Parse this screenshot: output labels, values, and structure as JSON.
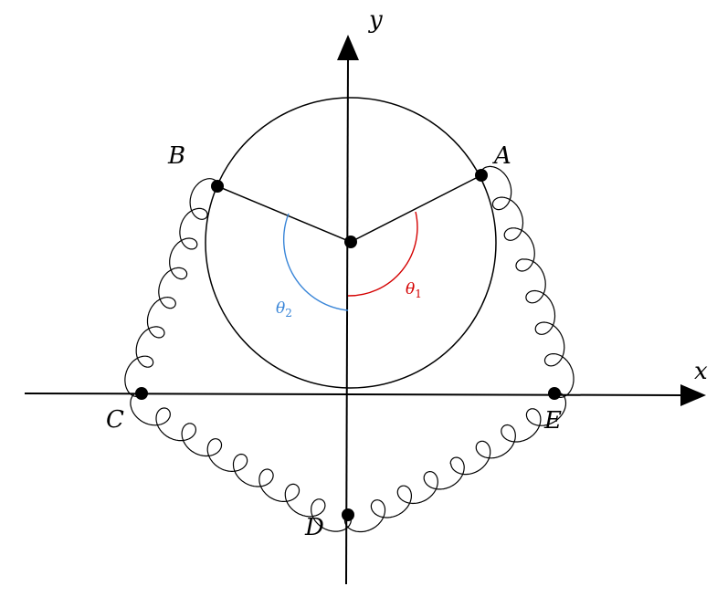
{
  "labels": {
    "y_axis": "y",
    "x_axis": "x",
    "point_a": "A",
    "point_b": "B",
    "point_c": "C",
    "point_d": "D",
    "point_e": "E",
    "theta1_base": "θ",
    "theta1_sub": "1",
    "theta2_base": "θ",
    "theta2_sub": "2"
  },
  "colors": {
    "theta1": "#d40000",
    "theta2": "#3a86d8",
    "ink": "#000000"
  }
}
